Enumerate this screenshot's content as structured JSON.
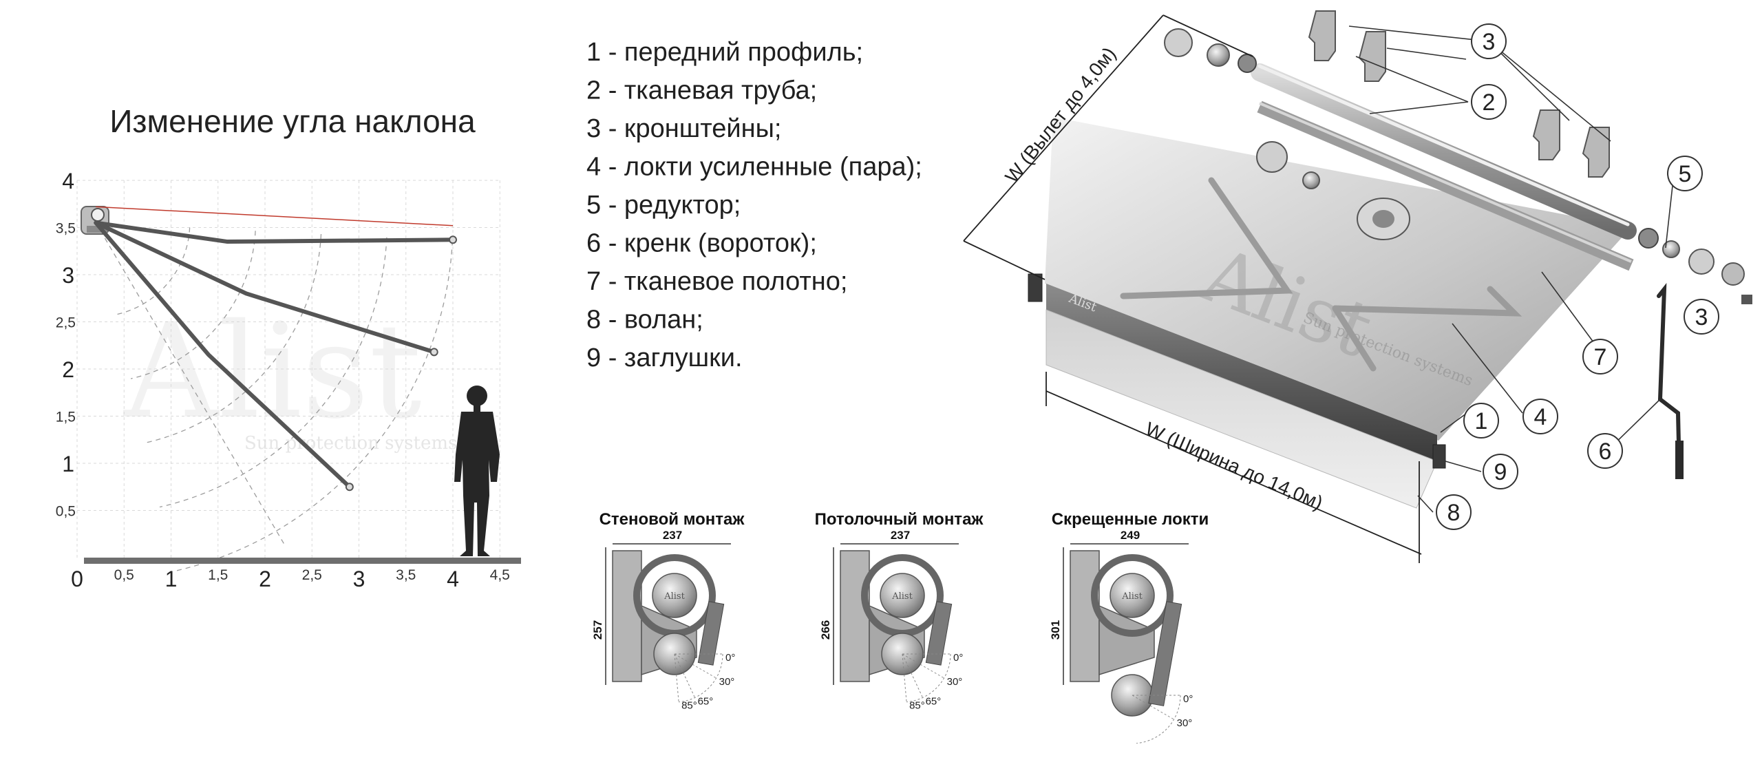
{
  "diagram_title": "Изменение угла наклона",
  "chart_data": {
    "type": "line",
    "title": "Изменение угла наклона",
    "x_ticks": [
      "0",
      "0,5",
      "1",
      "1,5",
      "2",
      "2,5",
      "3",
      "3,5",
      "4",
      "4,5"
    ],
    "y_ticks": [
      "0,5",
      "1",
      "1,5",
      "2",
      "2,5",
      "3",
      "3,5",
      "4"
    ],
    "xlim": [
      0,
      4.5
    ],
    "ylim": [
      0,
      4
    ],
    "pivot": [
      0.2,
      3.55
    ],
    "arm_positions": [
      {
        "mid": [
          1.6,
          3.35
        ],
        "tip": [
          4.0,
          3.37
        ]
      },
      {
        "mid": [
          1.8,
          2.8
        ],
        "tip": [
          3.8,
          2.18
        ]
      },
      {
        "mid": [
          1.4,
          2.15
        ],
        "tip": [
          2.9,
          0.75
        ]
      }
    ],
    "fabric_line": {
      "from": [
        0.2,
        3.72
      ],
      "to": [
        4.0,
        3.52
      ]
    },
    "grid": true
  },
  "watermark": {
    "brand": "Alist",
    "tagline": "Sun protection systems"
  },
  "legend_items": [
    "1 - передний профиль;",
    "2 - тканевая труба;",
    "3 - кронштейны;",
    "4 - локти усиленные (пара);",
    "5 - редуктор;",
    "6 - кренк (вороток);",
    "7 - тканевое полотно;",
    "8 - волан;",
    "9 - заглушки."
  ],
  "callouts": [
    "1",
    "2",
    "3",
    "3",
    "4",
    "5",
    "6",
    "7",
    "8",
    "9"
  ],
  "dimension_labels": {
    "projection": "W (Вылет до 4,0м)",
    "width": "W (Ширина до 14,0м)"
  },
  "profile_logo": "Alist",
  "mounts": [
    {
      "title": "Стеновой монтаж",
      "width_dim": "237",
      "height_dim": "257",
      "angles": [
        "0°",
        "30°",
        "65°",
        "85°"
      ],
      "logo": "Alist"
    },
    {
      "title": "Потолочный монтаж",
      "width_dim": "237",
      "height_dim": "266",
      "angles": [
        "0°",
        "30°",
        "65°",
        "85°"
      ],
      "logo": "Alist"
    },
    {
      "title": "Скрещенные локти",
      "width_dim": "249",
      "height_dim": "301",
      "angles": [
        "0°",
        "30°"
      ],
      "logo": "Alist"
    }
  ],
  "colors": {
    "arm": "#555555",
    "ground": "#6e6e6e",
    "fabric_line": "#c0392b",
    "grid": "#d9d9d9",
    "callout_stroke": "#333333"
  }
}
